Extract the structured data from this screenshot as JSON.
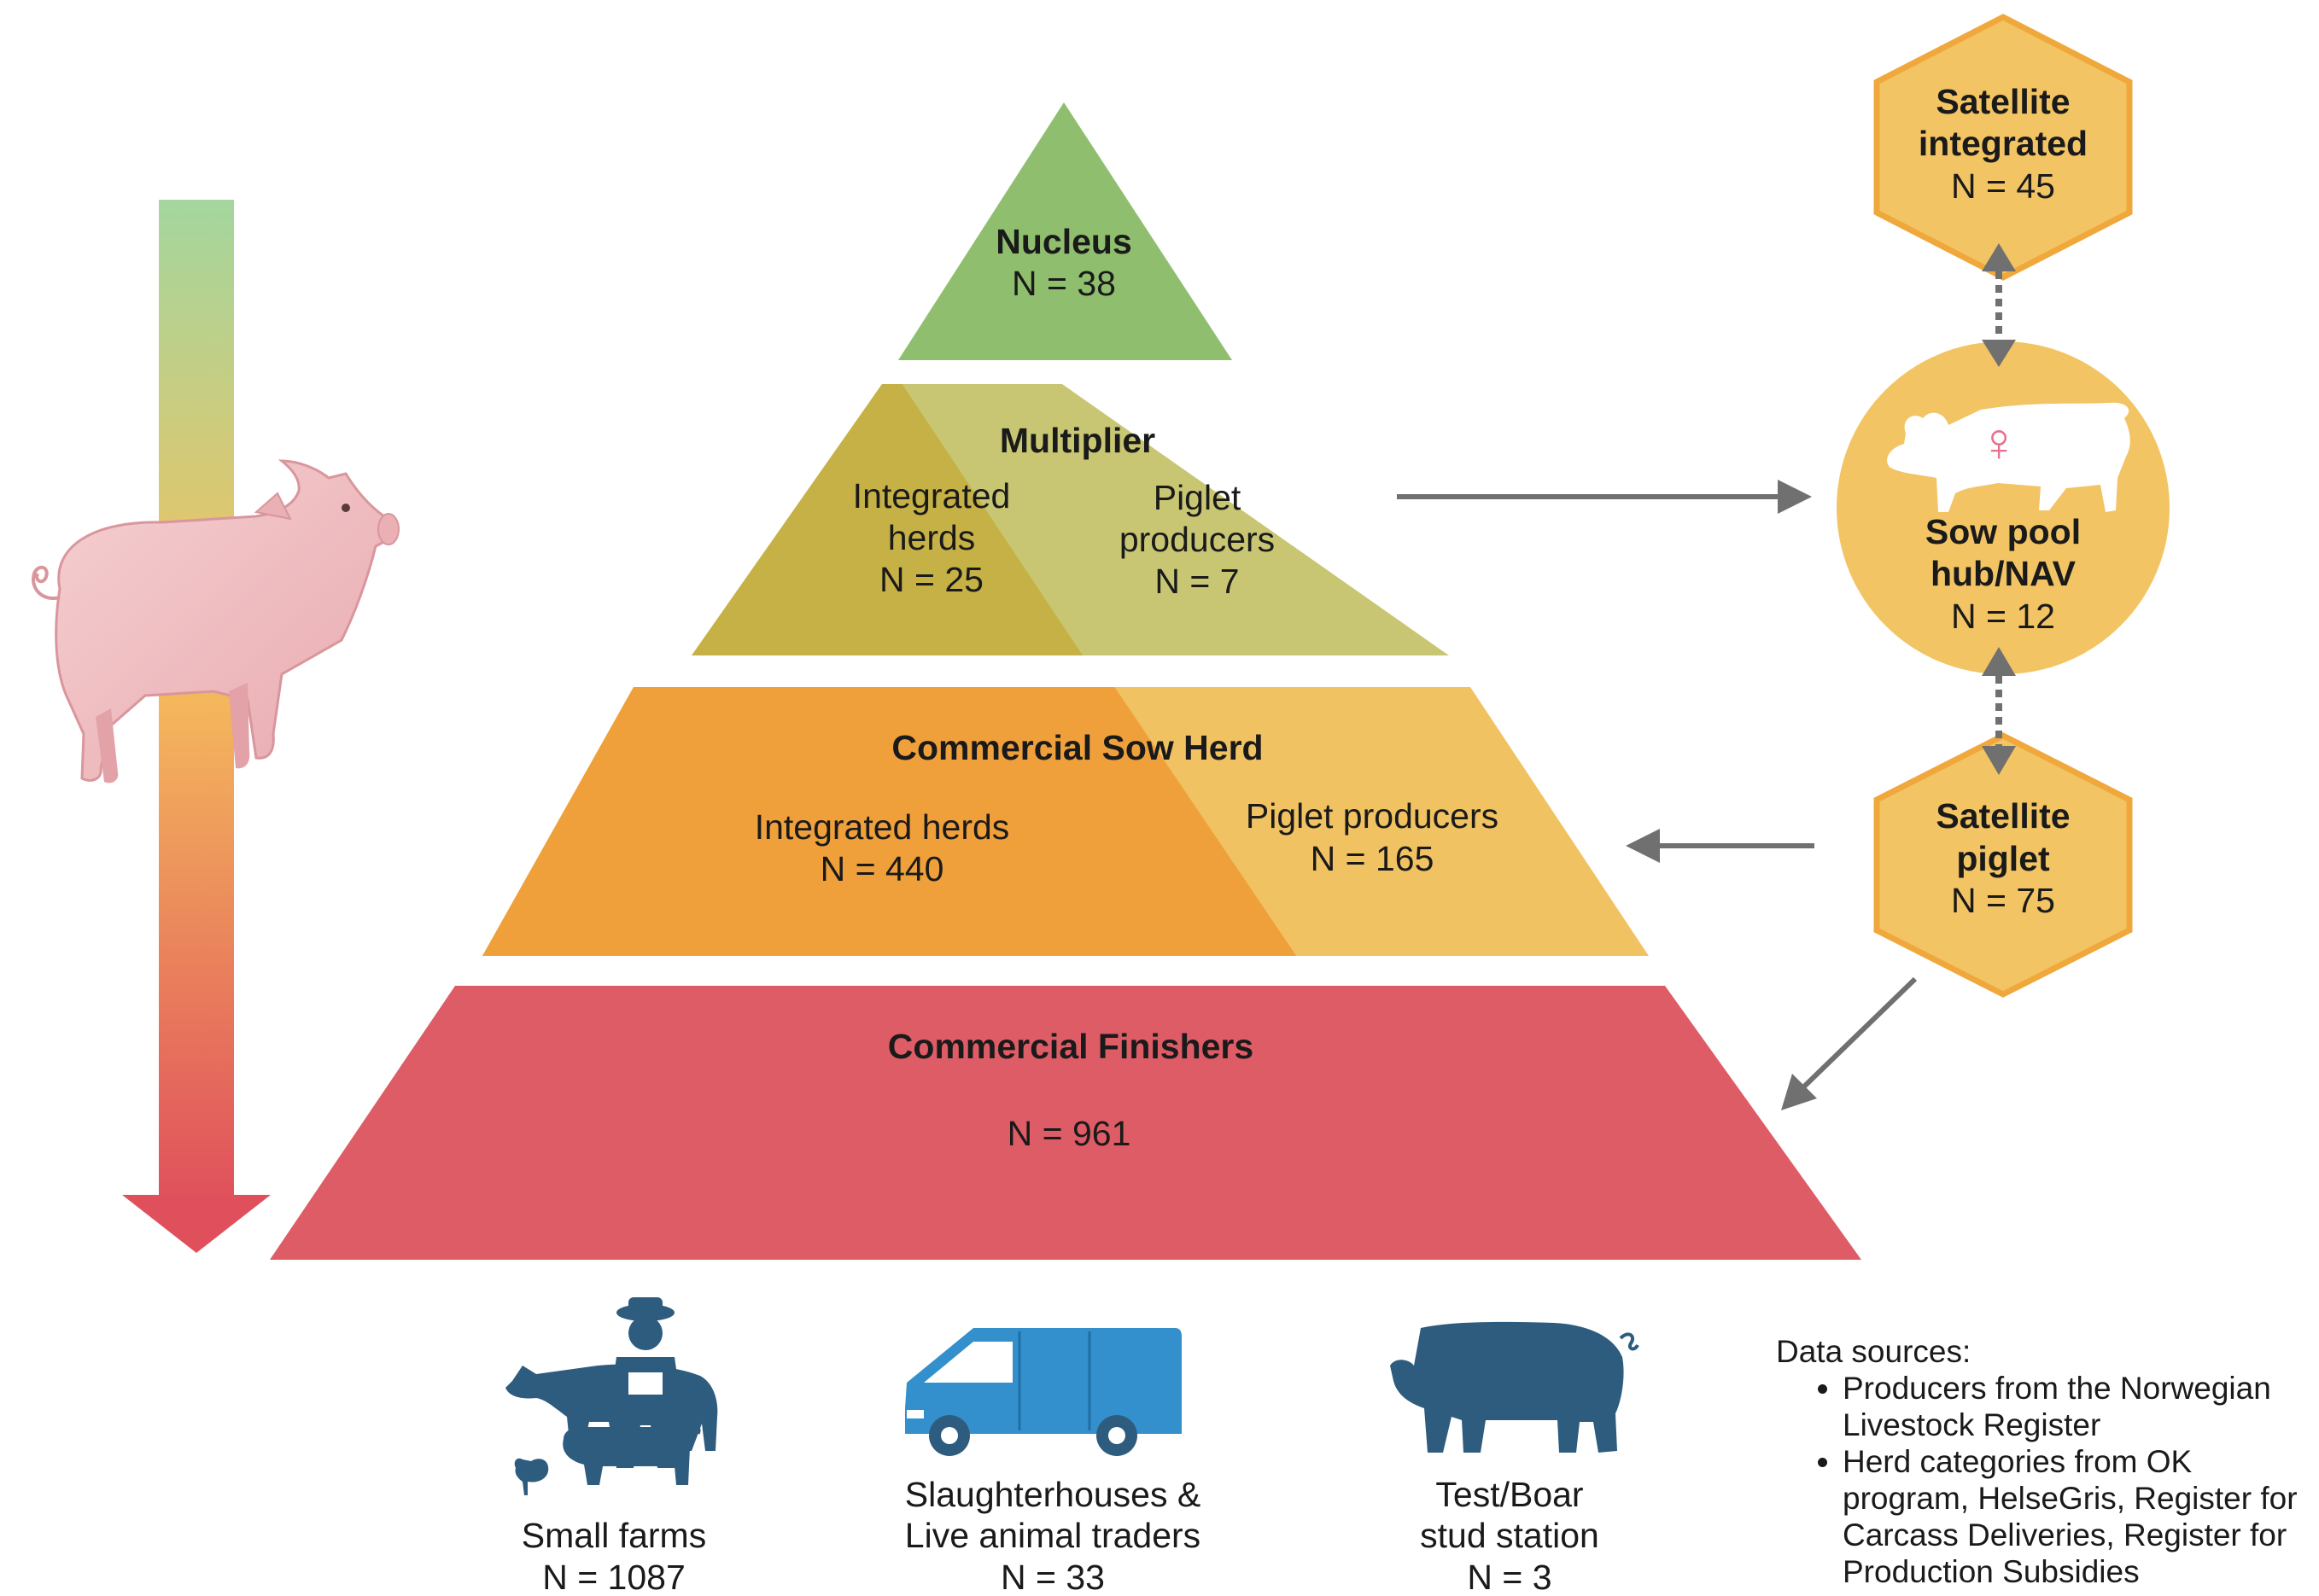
{
  "colors": {
    "nucleus": "#8fbf6e",
    "multiplier_integrated": "#c6b146",
    "multiplier_piglet": "#c8c673",
    "sow_integrated": "#f0a03a",
    "sow_piglet": "#f0c262",
    "finishers": "#de5c66",
    "hub": "#f2c463",
    "hub_border": "#f0a83c",
    "arrow": "#707070",
    "livestock_icon": "#2e5c7e",
    "van": "#3390cc"
  },
  "pyramid": {
    "nucleus": {
      "title": "Nucleus",
      "n": "N = 38"
    },
    "multiplier": {
      "title": "Multiplier",
      "integrated": {
        "line1": "Integrated",
        "line2": "herds",
        "n": "N = 25"
      },
      "piglet": {
        "line1": "Piglet",
        "line2": "producers",
        "n": "N = 7"
      }
    },
    "sow_herd": {
      "title": "Commercial Sow Herd",
      "integrated": {
        "label": "Integrated herds",
        "n": "N = 440"
      },
      "piglet": {
        "label": "Piglet producers",
        "n": "N = 165"
      }
    },
    "finishers": {
      "title": "Commercial Finishers",
      "n": "N = 961"
    }
  },
  "hubs": {
    "satellite_integrated": {
      "line1": "Satellite",
      "line2": "integrated",
      "n": "N = 45"
    },
    "sow_pool": {
      "line1": "Sow pool",
      "line2": "hub/NAV",
      "n": "N = 12",
      "symbol": "♀"
    },
    "satellite_piglet": {
      "line1": "Satellite",
      "line2": "piglet",
      "n": "N = 75"
    }
  },
  "bottom": {
    "small_farms": {
      "label": "Small farms",
      "n": "N = 1087",
      "icon": "farmer-livestock-icon"
    },
    "slaughter": {
      "line1": "Slaughterhouses &",
      "line2": "Live animal traders",
      "n": "N = 33",
      "icon": "van-icon"
    },
    "test_boar": {
      "line1": "Test/Boar",
      "line2": "stud station",
      "n": "N = 3",
      "icon": "pig-icon"
    }
  },
  "data_sources": {
    "title": "Data sources:",
    "items": [
      "Producers from the Norwegian Livestock Register",
      "Herd categories from OK program, HelseGris, Register for Carcass Deliveries, Register for Production Subsidies"
    ]
  }
}
